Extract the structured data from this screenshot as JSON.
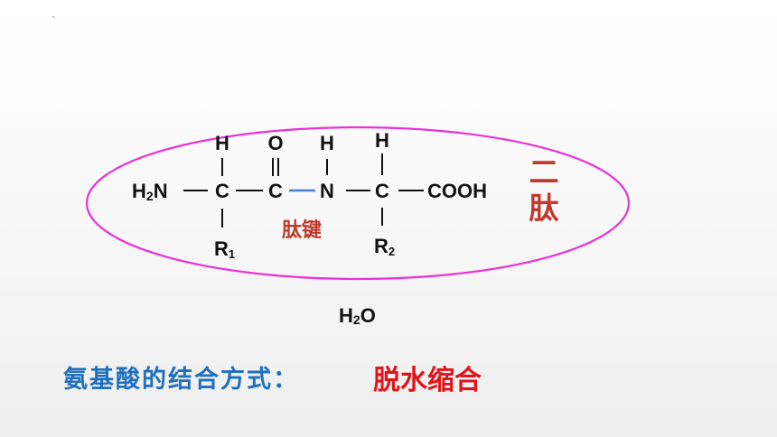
{
  "formula": {
    "top_h1": "H",
    "top_o": "O",
    "top_h2": "H",
    "top_h3": "H",
    "h2n_main": "H",
    "h2n_sub": "2",
    "h2n_tail": "N",
    "c1": "C",
    "c2": "C",
    "n": "N",
    "c3": "C",
    "cooh": "COOH",
    "r1_main": "R",
    "r1_sub": "1",
    "r2_main": "R",
    "r2_sub": "2",
    "bond_label": "肽键"
  },
  "side_label": [
    "二",
    "肽"
  ],
  "water": {
    "main1": "H",
    "sub": "2",
    "main2": "O"
  },
  "question": "氨基酸的结合方式：",
  "answer": "脱水缩合",
  "colors": {
    "ellipse": "#e832d6",
    "peptide_bond": "#4a7fd4",
    "bond_label": "#c0392b",
    "question": "#1f6fbf",
    "answer": "#e0151b"
  }
}
